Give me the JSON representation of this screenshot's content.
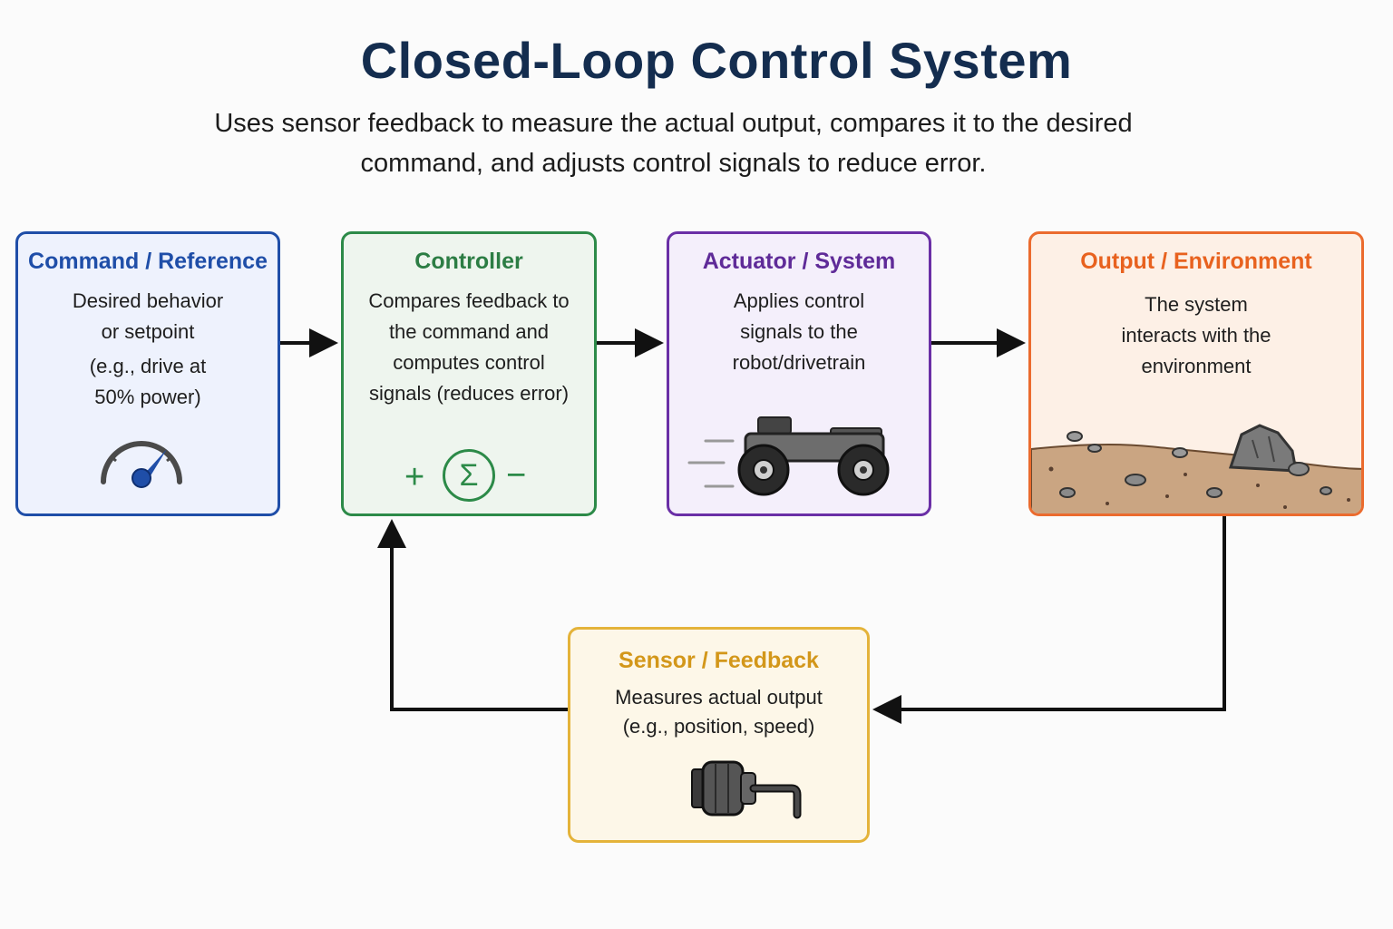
{
  "title": "Closed-Loop Control System",
  "subtitle": "Uses sensor feedback to measure the actual output, compares it to the desired command, and adjusts control signals to reduce error.",
  "boxes": {
    "command": {
      "title": "Command / Reference",
      "desc1": "Desired behavior or setpoint",
      "desc2": "(e.g., drive at 50% power)",
      "icon": "speedometer-icon",
      "color": "#1f4ea8"
    },
    "controller": {
      "title": "Controller",
      "desc": "Compares feedback to the command and computes control signals (reduces error)",
      "icon": "summation-icon",
      "plus": "+",
      "sigma": "Σ",
      "minus": "−",
      "color": "#2c8a48"
    },
    "actuator": {
      "title": "Actuator / System",
      "desc": "Applies control signals to the robot/drivetrain",
      "icon": "robot-vehicle-icon",
      "color": "#6a2fa6"
    },
    "output": {
      "title": "Output / Environment",
      "desc": "The system interacts with the environment",
      "icon": "terrain-icon",
      "color": "#eb6b2e"
    },
    "sensor": {
      "title": "Sensor / Feedback",
      "desc": "Measures actual output (e.g., position, speed)",
      "icon": "encoder-sensor-icon",
      "color": "#e4b33a"
    }
  }
}
